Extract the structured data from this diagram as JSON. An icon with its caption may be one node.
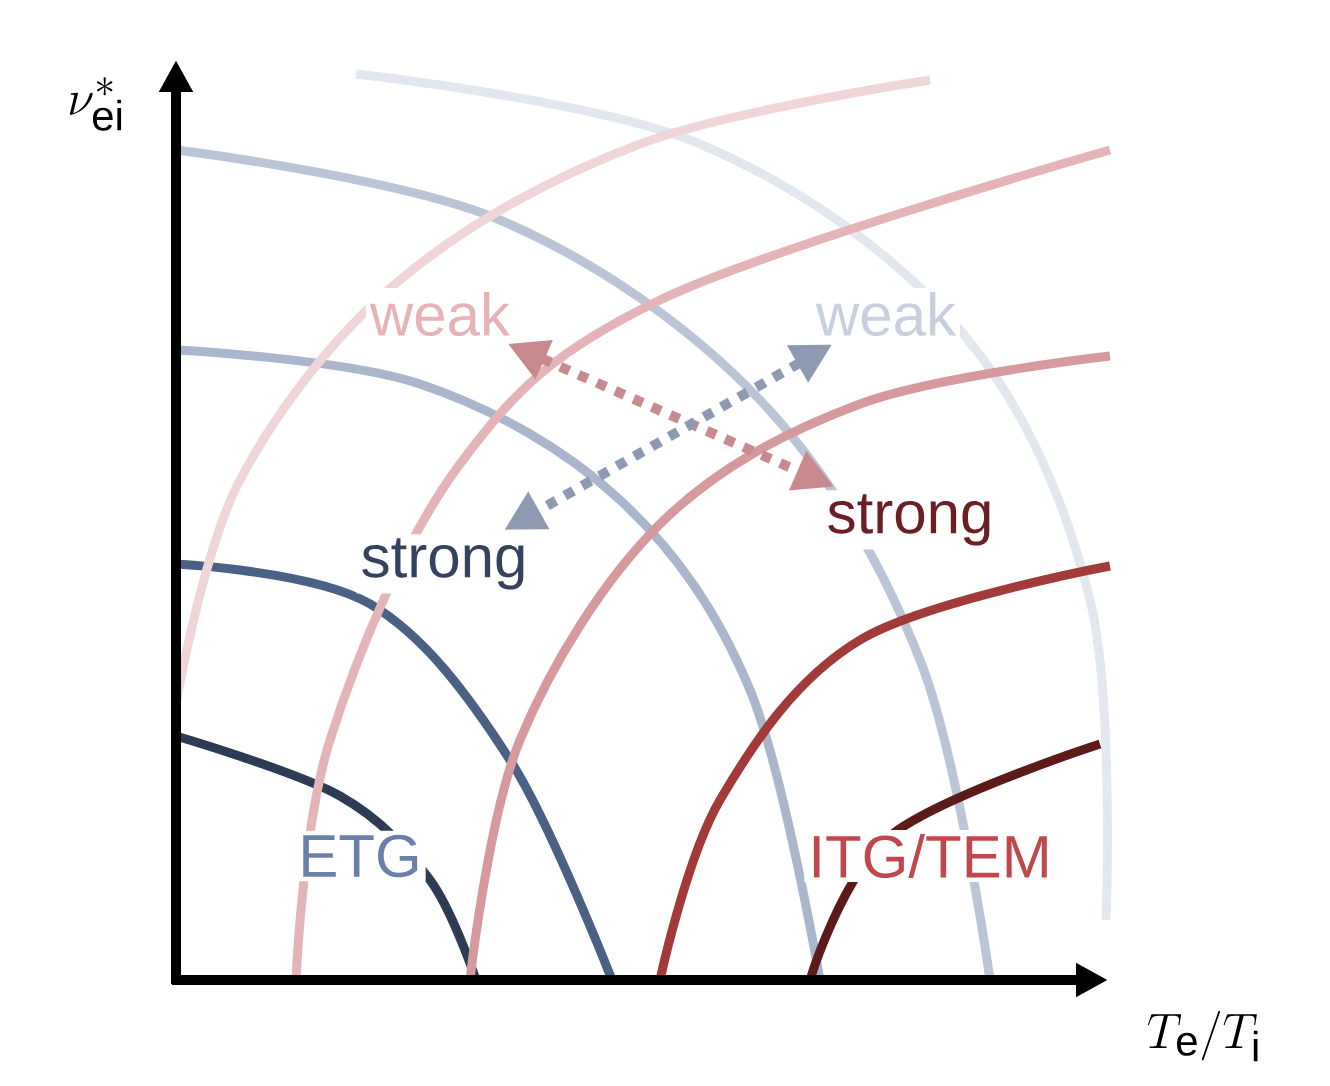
{
  "diagram": {
    "nodes": [
      {
        "text": [
          "weak"
        ]
      },
      {
        "text": [
          "weak"
        ]
      },
      {
        "text": [
          "strong"
        ]
      },
      {
        "text": [
          "strong"
        ]
      },
      {
        "text": [
          "ETG"
        ]
      },
      {
        "text": [
          "ITG/TEM"
        ]
      }
    ],
    "edges": [
      {
        "from": 0,
        "to": 3,
        "arrow": "both",
        "style": "dashed",
        "color": "#c98a8f"
      },
      {
        "from": 1,
        "to": 2,
        "arrow": "both",
        "style": "dashed",
        "color": "#8d9ab2"
      }
    ],
    "labels": [
      "\\nu^*_{\\mathrm{ei}}",
      "T_{\\mathrm{e}}/T_{\\mathrm{i}}"
    ]
  }
}
